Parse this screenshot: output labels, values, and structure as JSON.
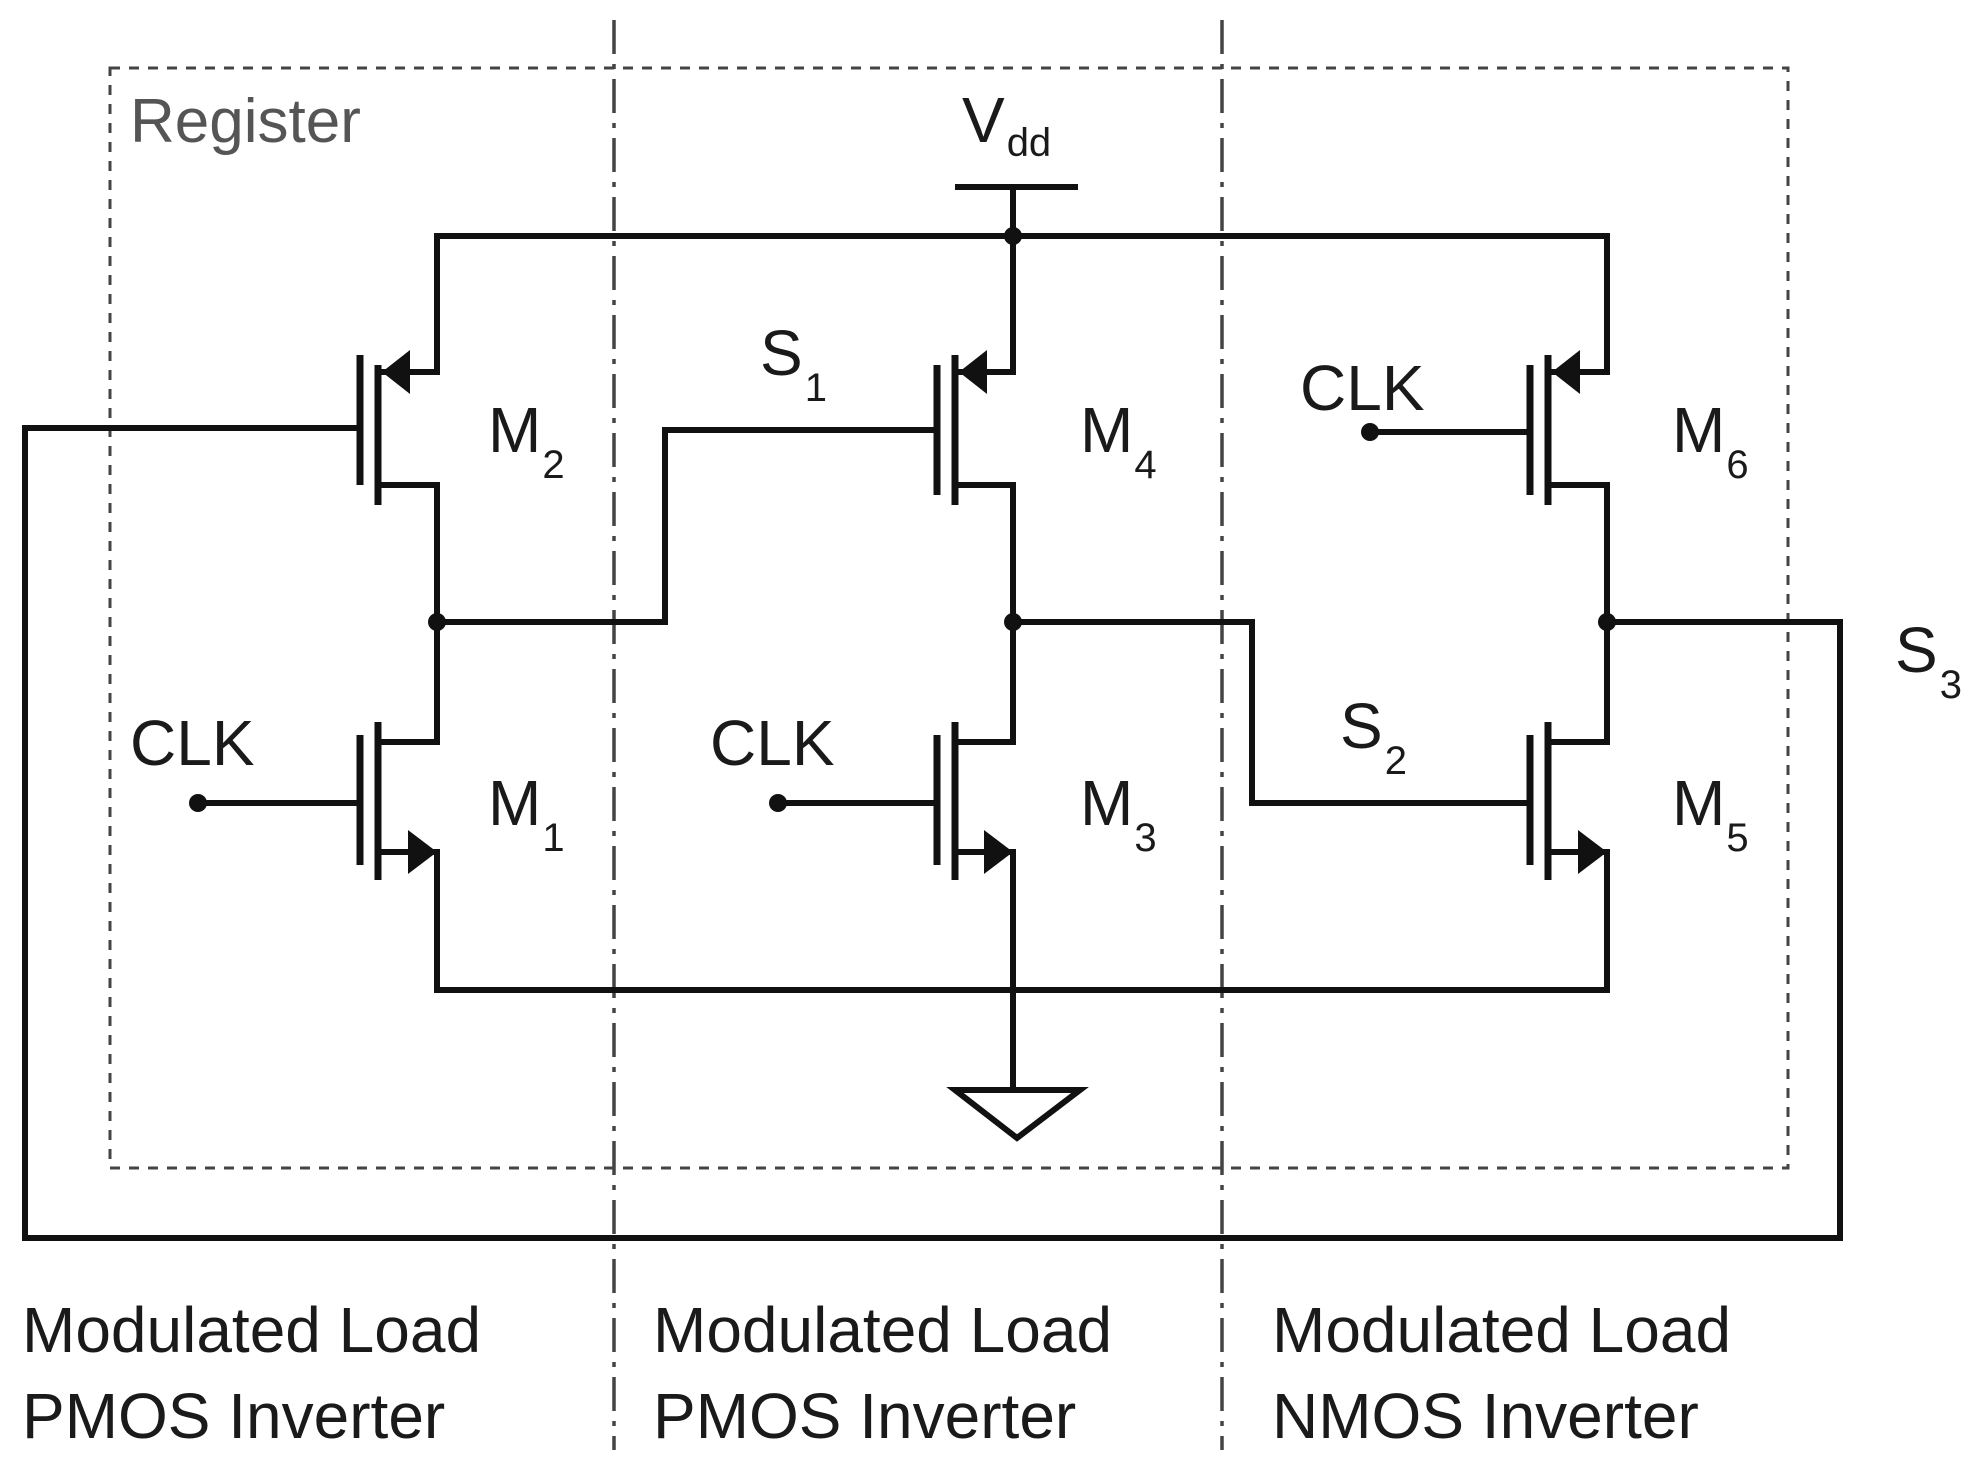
{
  "register_label": "Register",
  "supply": {
    "main": "V",
    "sub": "dd"
  },
  "signals": {
    "s1": {
      "main": "S",
      "sub": "1"
    },
    "s2": {
      "main": "S",
      "sub": "2"
    },
    "s3": {
      "main": "S",
      "sub": "3"
    }
  },
  "clock_label": "CLK",
  "transistors": {
    "m1": {
      "main": "M",
      "sub": "1"
    },
    "m2": {
      "main": "M",
      "sub": "2"
    },
    "m3": {
      "main": "M",
      "sub": "3"
    },
    "m4": {
      "main": "M",
      "sub": "4"
    },
    "m5": {
      "main": "M",
      "sub": "5"
    },
    "m6": {
      "main": "M",
      "sub": "6"
    }
  },
  "sections": [
    {
      "line1": "Modulated Load",
      "line2": "PMOS Inverter"
    },
    {
      "line1": "Modulated Load",
      "line2": "PMOS Inverter"
    },
    {
      "line1": "Modulated Load",
      "line2": "NMOS Inverter"
    }
  ]
}
